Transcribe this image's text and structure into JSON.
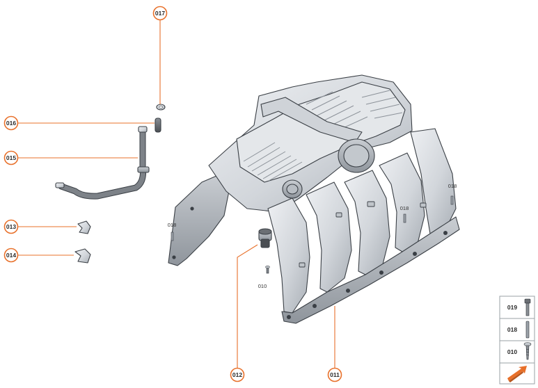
{
  "callouts": {
    "c017": "017",
    "c016": "016",
    "c015": "015",
    "c013": "013",
    "c014": "014",
    "c012": "012",
    "c011": "011"
  },
  "labels": {
    "l018_left": "018",
    "l018_mid": "018",
    "l018_right": "018",
    "l010": "010"
  },
  "legend": {
    "items": [
      "019",
      "018",
      "010"
    ],
    "nav_icon": "arrow-icon"
  },
  "colors": {
    "accent": "#e8702a",
    "part_fill": "#d9dde2",
    "part_shadow": "#aeb4bb",
    "hose_fill": "#6b6f74"
  }
}
